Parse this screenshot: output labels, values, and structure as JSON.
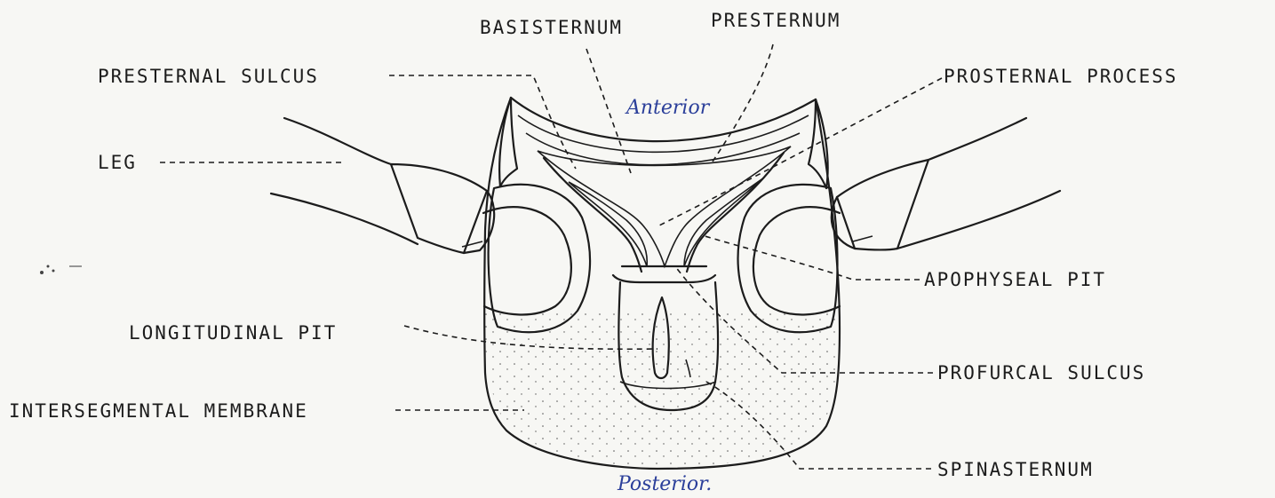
{
  "labels": {
    "basisternum": "BASISTERNUM",
    "presternum": "PRESTERNUM",
    "presternal_sulcus": "PRESTERNAL SULCUS",
    "prosternal_process": "PROSTERNAL PROCESS",
    "leg": "LEG",
    "apophyseal_pit": "APOPHYSEAL PIT",
    "longitudinal_pit": "LONGITUDINAL PIT",
    "profurcal_sulcus": "PROFURCAL SULCUS",
    "intersegmental_membrane": "INTERSEGMENTAL MEMBRANE",
    "spinasternum": "SPINASTERNUM"
  },
  "annotations": {
    "anterior": "Anterior",
    "posterior": "Posterior."
  },
  "colors": {
    "ink": "#1c1c1c",
    "handwriting": "#2b3f9a",
    "paper": "#f7f7f4"
  }
}
